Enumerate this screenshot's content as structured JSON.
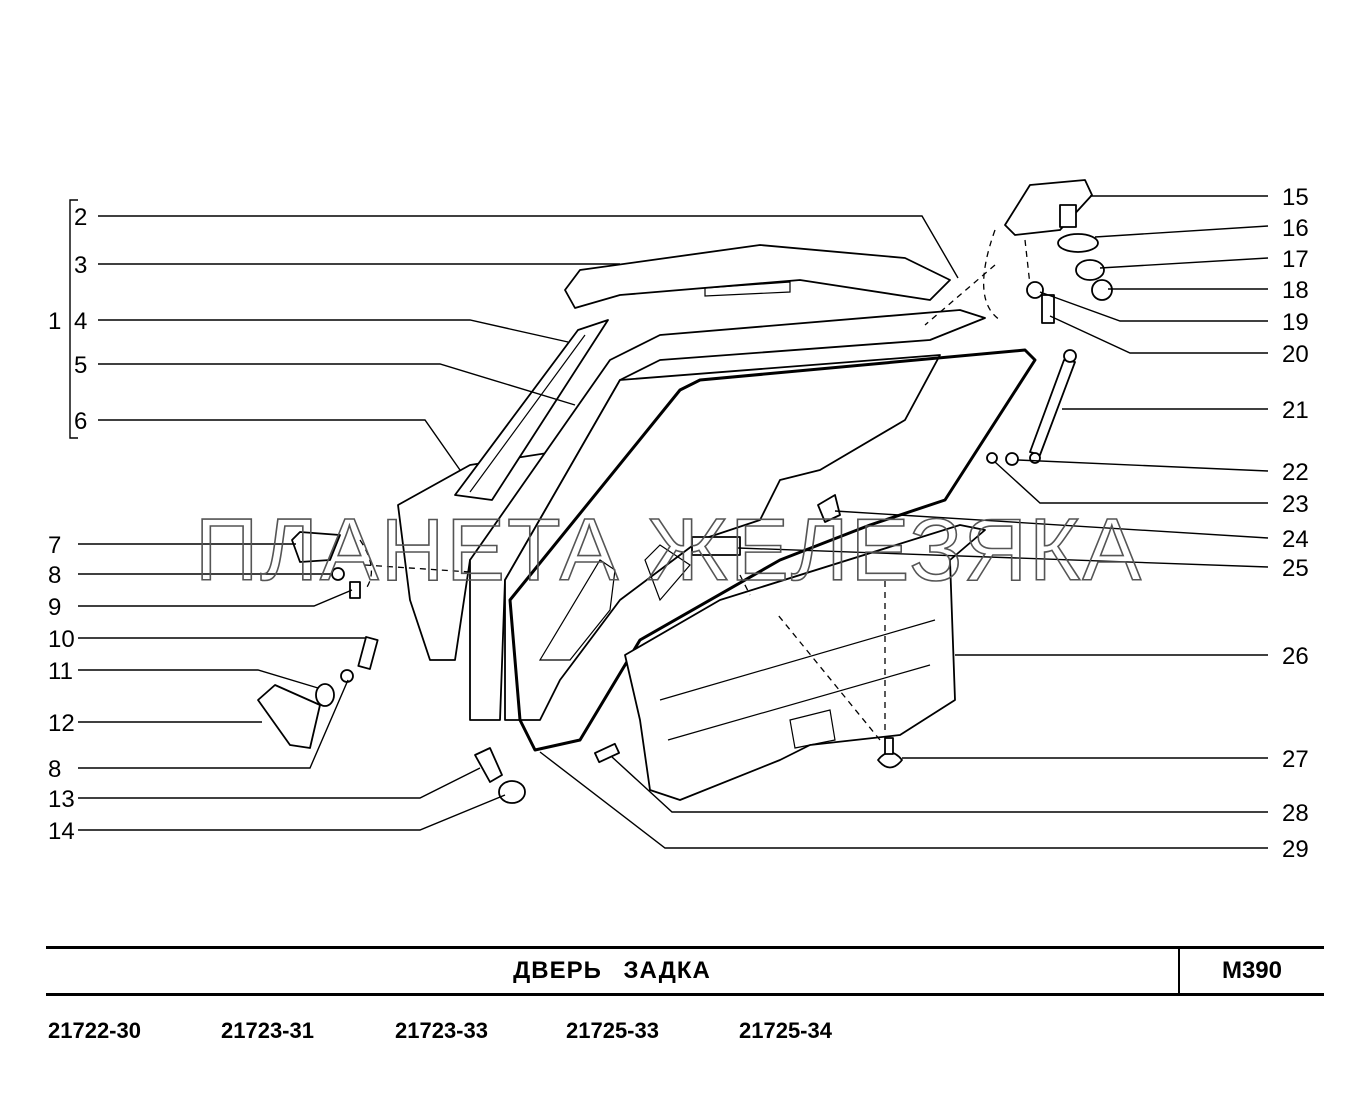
{
  "diagram": {
    "callouts": [
      "1",
      "2",
      "3",
      "4",
      "5",
      "6",
      "7",
      "8",
      "9",
      "10",
      "11",
      "12",
      "8",
      "13",
      "14",
      "15",
      "16",
      "17",
      "18",
      "19",
      "20",
      "21",
      "22",
      "23",
      "24",
      "25",
      "26",
      "27",
      "28",
      "29"
    ],
    "watermark": "ПЛАНЕТА ЖЕЛЕЗЯКА"
  },
  "titlebar": {
    "title": "ДВЕРЬ   ЗАДКА",
    "code": "M390"
  },
  "models": [
    "21722-30",
    "21723-31",
    "21723-33",
    "21725-33",
    "21725-34"
  ]
}
